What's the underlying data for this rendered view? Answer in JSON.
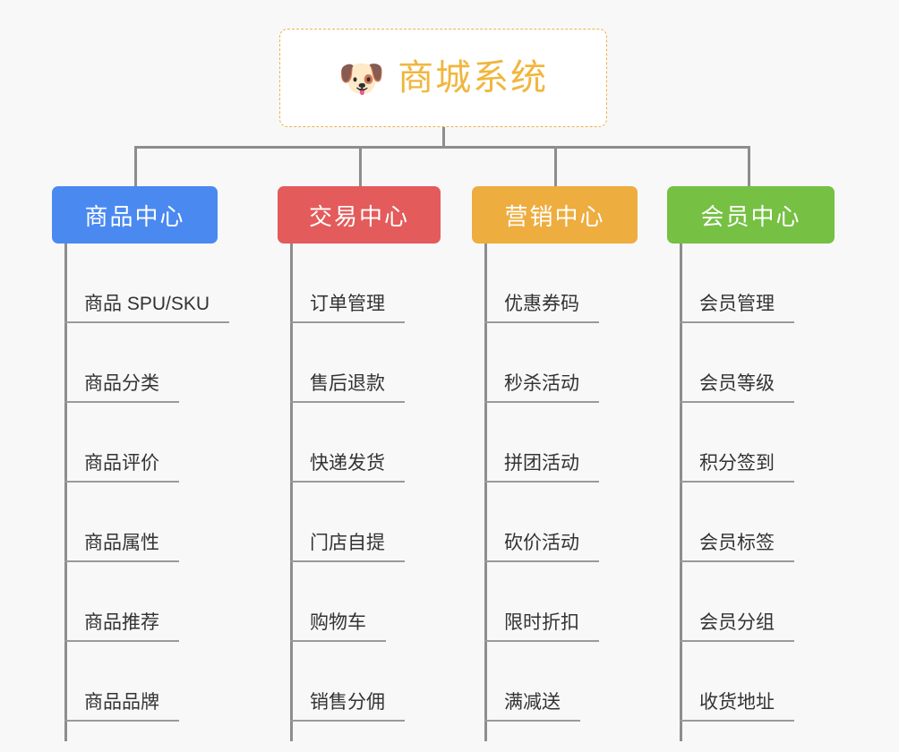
{
  "page": {
    "background_color": "#f8f8f8",
    "connector_color": "#8d8d8d",
    "item_text_color": "#333333",
    "item_rule_color": "#9a9a9a"
  },
  "root": {
    "title": "商城系统",
    "emoji": "🐶",
    "emoji_name": "shiba-dog-face-emoji",
    "title_color": "#f0b63d",
    "border_color": "#e9b44c",
    "background_color": "#ffffff"
  },
  "categories": [
    {
      "name": "商品中心",
      "color": "#4a89f0",
      "items": [
        "商品 SPU/SKU",
        "商品分类",
        "商品评价",
        "商品属性",
        "商品推荐",
        "商品品牌"
      ]
    },
    {
      "name": "交易中心",
      "color": "#e35b5b",
      "items": [
        "订单管理",
        "售后退款",
        "快递发货",
        "门店自提",
        "购物车",
        "销售分佣"
      ]
    },
    {
      "name": "营销中心",
      "color": "#eead3f",
      "items": [
        "优惠券码",
        "秒杀活动",
        "拼团活动",
        "砍价活动",
        "限时折扣",
        "满减送"
      ]
    },
    {
      "name": "会员中心",
      "color": "#76c043",
      "items": [
        "会员管理",
        "会员等级",
        "积分签到",
        "会员标签",
        "会员分组",
        "收货地址"
      ]
    }
  ]
}
